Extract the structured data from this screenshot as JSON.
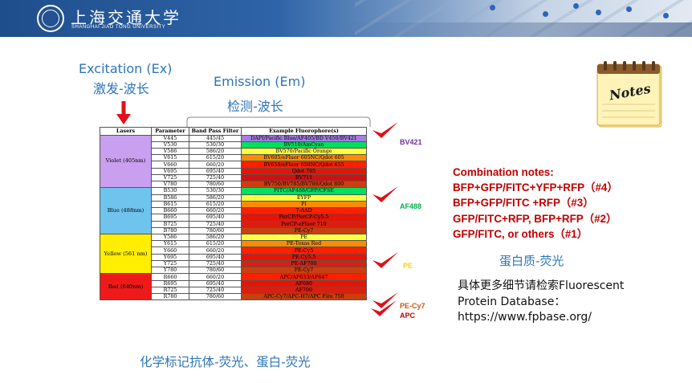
{
  "header": {
    "university_cn": "上海交通大学",
    "university_en": "SHANGHAI JIAO TONG UNIVERSITY"
  },
  "excitation": {
    "en": "Excitation (Ex)",
    "cn": "激发-波长"
  },
  "emission": {
    "en": "Emission (Em)",
    "cn": "检测-波长"
  },
  "table": {
    "headers": [
      "Lasers",
      "Parameter",
      "Band Pass Filter",
      "Example Fluorophore(s)"
    ],
    "lasers": [
      {
        "name": "Violet (405nm)",
        "color": "#c9a0f0",
        "rows": [
          {
            "param": "V445",
            "filter": "445/45",
            "fluor": "DAPI/Pacific Blue/AF405/BD V450/BV421",
            "color": "#a57de8"
          },
          {
            "param": "V530",
            "filter": "530/30",
            "fluor": "BV510/AmCyan",
            "color": "#00e060"
          },
          {
            "param": "V586",
            "filter": "586/20",
            "fluor": "BV570/Pacific Orange",
            "color": "#ffff40"
          },
          {
            "param": "V615",
            "filter": "615/20",
            "fluor": "BV605/eFluor 605NC/Qdot 605",
            "color": "#ff8c00"
          },
          {
            "param": "V660",
            "filter": "660/20",
            "fluor": "BV650/eFluor 650NC/Qdot 655",
            "color": "#ff2000"
          },
          {
            "param": "V695",
            "filter": "695/40",
            "fluor": "Qdot 705",
            "color": "#ee1100"
          },
          {
            "param": "V725",
            "filter": "725/40",
            "fluor": "BV711",
            "color": "#d01010"
          },
          {
            "param": "V780",
            "filter": "780/60",
            "fluor": "BV750/BV785/BV786/Qdot 800",
            "color": "#c84010"
          }
        ]
      },
      {
        "name": "Blue (488nm)",
        "color": "#6fc4ee",
        "rows": [
          {
            "param": "B530",
            "filter": "530/30",
            "fluor": "FITC/AF488/GFP/CFSE",
            "color": "#00e060"
          },
          {
            "param": "B586",
            "filter": "586/20",
            "fluor": "EYFP",
            "color": "#ffff40"
          },
          {
            "param": "B615",
            "filter": "615/20",
            "fluor": "PI",
            "color": "#ff8c00"
          },
          {
            "param": "B660",
            "filter": "660/20",
            "fluor": "7-AAD",
            "color": "#ff2000"
          },
          {
            "param": "B695",
            "filter": "695/40",
            "fluor": "PerCP/PerCP-Cy5.5",
            "color": "#ee1100"
          },
          {
            "param": "B725",
            "filter": "725/40",
            "fluor": "PerCP-eFluor 710",
            "color": "#d82010"
          },
          {
            "param": "B780",
            "filter": "780/60",
            "fluor": "PE-Cy7",
            "color": "#c84010"
          }
        ]
      },
      {
        "name": "Yellow (561 nm)",
        "color": "#ffee00",
        "rows": [
          {
            "param": "Y586",
            "filter": "586/20",
            "fluor": "PE",
            "color": "#ffff40"
          },
          {
            "param": "Y615",
            "filter": "615/20",
            "fluor": "PE-Texas Red",
            "color": "#ff8c00"
          },
          {
            "param": "Y660",
            "filter": "660/20",
            "fluor": "PE-Cy5",
            "color": "#ff2000"
          },
          {
            "param": "Y695",
            "filter": "695/40",
            "fluor": "PE-Cy5.5",
            "color": "#ee1100"
          },
          {
            "param": "Y725",
            "filter": "725/40",
            "fluor": "PE-AF700",
            "color": "#d82010"
          },
          {
            "param": "Y780",
            "filter": "780/60",
            "fluor": "PE-Cy7",
            "color": "#c84010"
          }
        ]
      },
      {
        "name": "Red (640nm)",
        "color": "#ee1a1a",
        "rows": [
          {
            "param": "R660",
            "filter": "660/20",
            "fluor": "APC/AF633/AF647",
            "color": "#ff2000"
          },
          {
            "param": "R695",
            "filter": "695/40",
            "fluor": "AF680",
            "color": "#ee1100"
          },
          {
            "param": "R725",
            "filter": "725/40",
            "fluor": "AF700",
            "color": "#d82010"
          },
          {
            "param": "R780",
            "filter": "780/60",
            "fluor": "APC-Cy7/APC-H7/APC Fire 750",
            "color": "#c84010"
          }
        ]
      }
    ]
  },
  "fluor_labels": {
    "bv421": {
      "text": "BV421",
      "color": "#7030a0"
    },
    "af488": {
      "text": "AF488",
      "color": "#00b050"
    },
    "pe": {
      "text": "PE",
      "color": "#ffd000"
    },
    "pecy7": {
      "text": "PE-Cy7",
      "color": "#c55a11"
    },
    "apc": {
      "text": "APC",
      "color": "#c00000"
    }
  },
  "caption": "化学标记抗体-荧光、蛋白-荧光",
  "notes_icon_label": "Notes",
  "combination": {
    "title": "Combination notes:",
    "lines": [
      "BFP+GFP/FITC+YFP+RFP（#4）",
      "BFP+GFP/FITC +RFP（#3）",
      "GFP/FITC+RFP, BFP+RFP（#2）",
      "GFP/FITC, or others（#1）"
    ]
  },
  "protein_label": "蛋白质-荧光",
  "more_info": {
    "line1": "具体更多细节请检索Fluorescent",
    "line2": "Protein Database：",
    "line3": "https://www.fpbase.org/"
  },
  "colors": {
    "accent_blue": "#2e75b6",
    "note_red": "#c00000",
    "check_red": "#e0101a"
  }
}
